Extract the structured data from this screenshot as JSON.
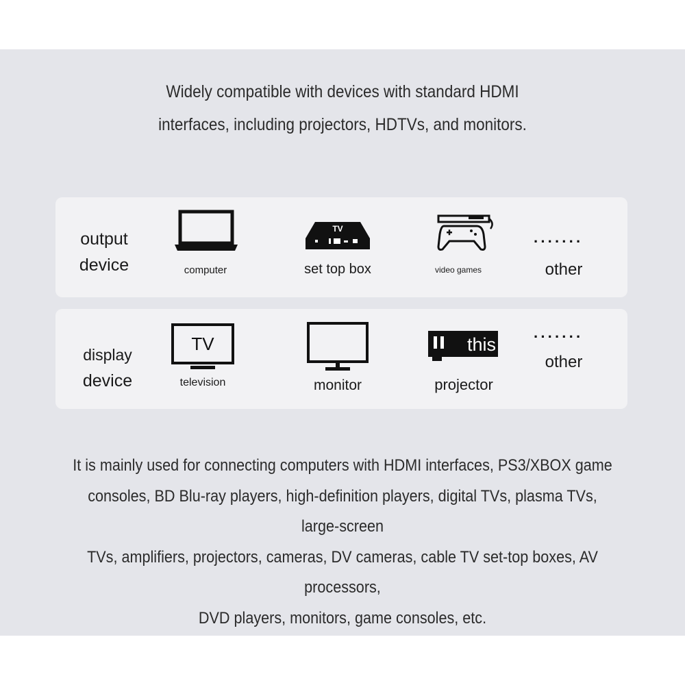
{
  "intro": {
    "line1": "Widely compatible with devices with standard HDMI",
    "line2": "interfaces, including projectors, HDTVs, and monitors."
  },
  "output_row": {
    "label_line1": "output",
    "label_line2": "device",
    "items": [
      {
        "icon": "laptop-icon",
        "label": "computer"
      },
      {
        "icon": "set-top-box-icon",
        "label": "set top box",
        "icon_text": "TV"
      },
      {
        "icon": "gamepad-icon",
        "label": "video games"
      },
      {
        "icon": "ellipsis-icon",
        "label": "other",
        "dots": "·······"
      }
    ]
  },
  "display_row": {
    "label_line1": "display",
    "label_line2": "device",
    "items": [
      {
        "icon": "television-icon",
        "label": "television",
        "icon_text": "TV"
      },
      {
        "icon": "monitor-icon",
        "label": "monitor"
      },
      {
        "icon": "projector-icon",
        "label": "projector",
        "icon_text": "this"
      },
      {
        "icon": "ellipsis-icon",
        "label": "other",
        "dots": "·······"
      }
    ]
  },
  "outro": {
    "line1": "It is mainly used for connecting computers with HDMI interfaces, PS3/XBOX game",
    "line2": "consoles, BD Blu-ray players, high-definition players, digital TVs, plasma TVs, large-screen",
    "line3": "TVs, amplifiers, projectors, cameras, DV cameras, cable TV set-top boxes, AV processors,",
    "line4": "DVD players, monitors, game consoles, etc."
  },
  "colors": {
    "panel": "#e4e5ea",
    "card": "#f2f2f4",
    "text": "#1a1a1a"
  }
}
